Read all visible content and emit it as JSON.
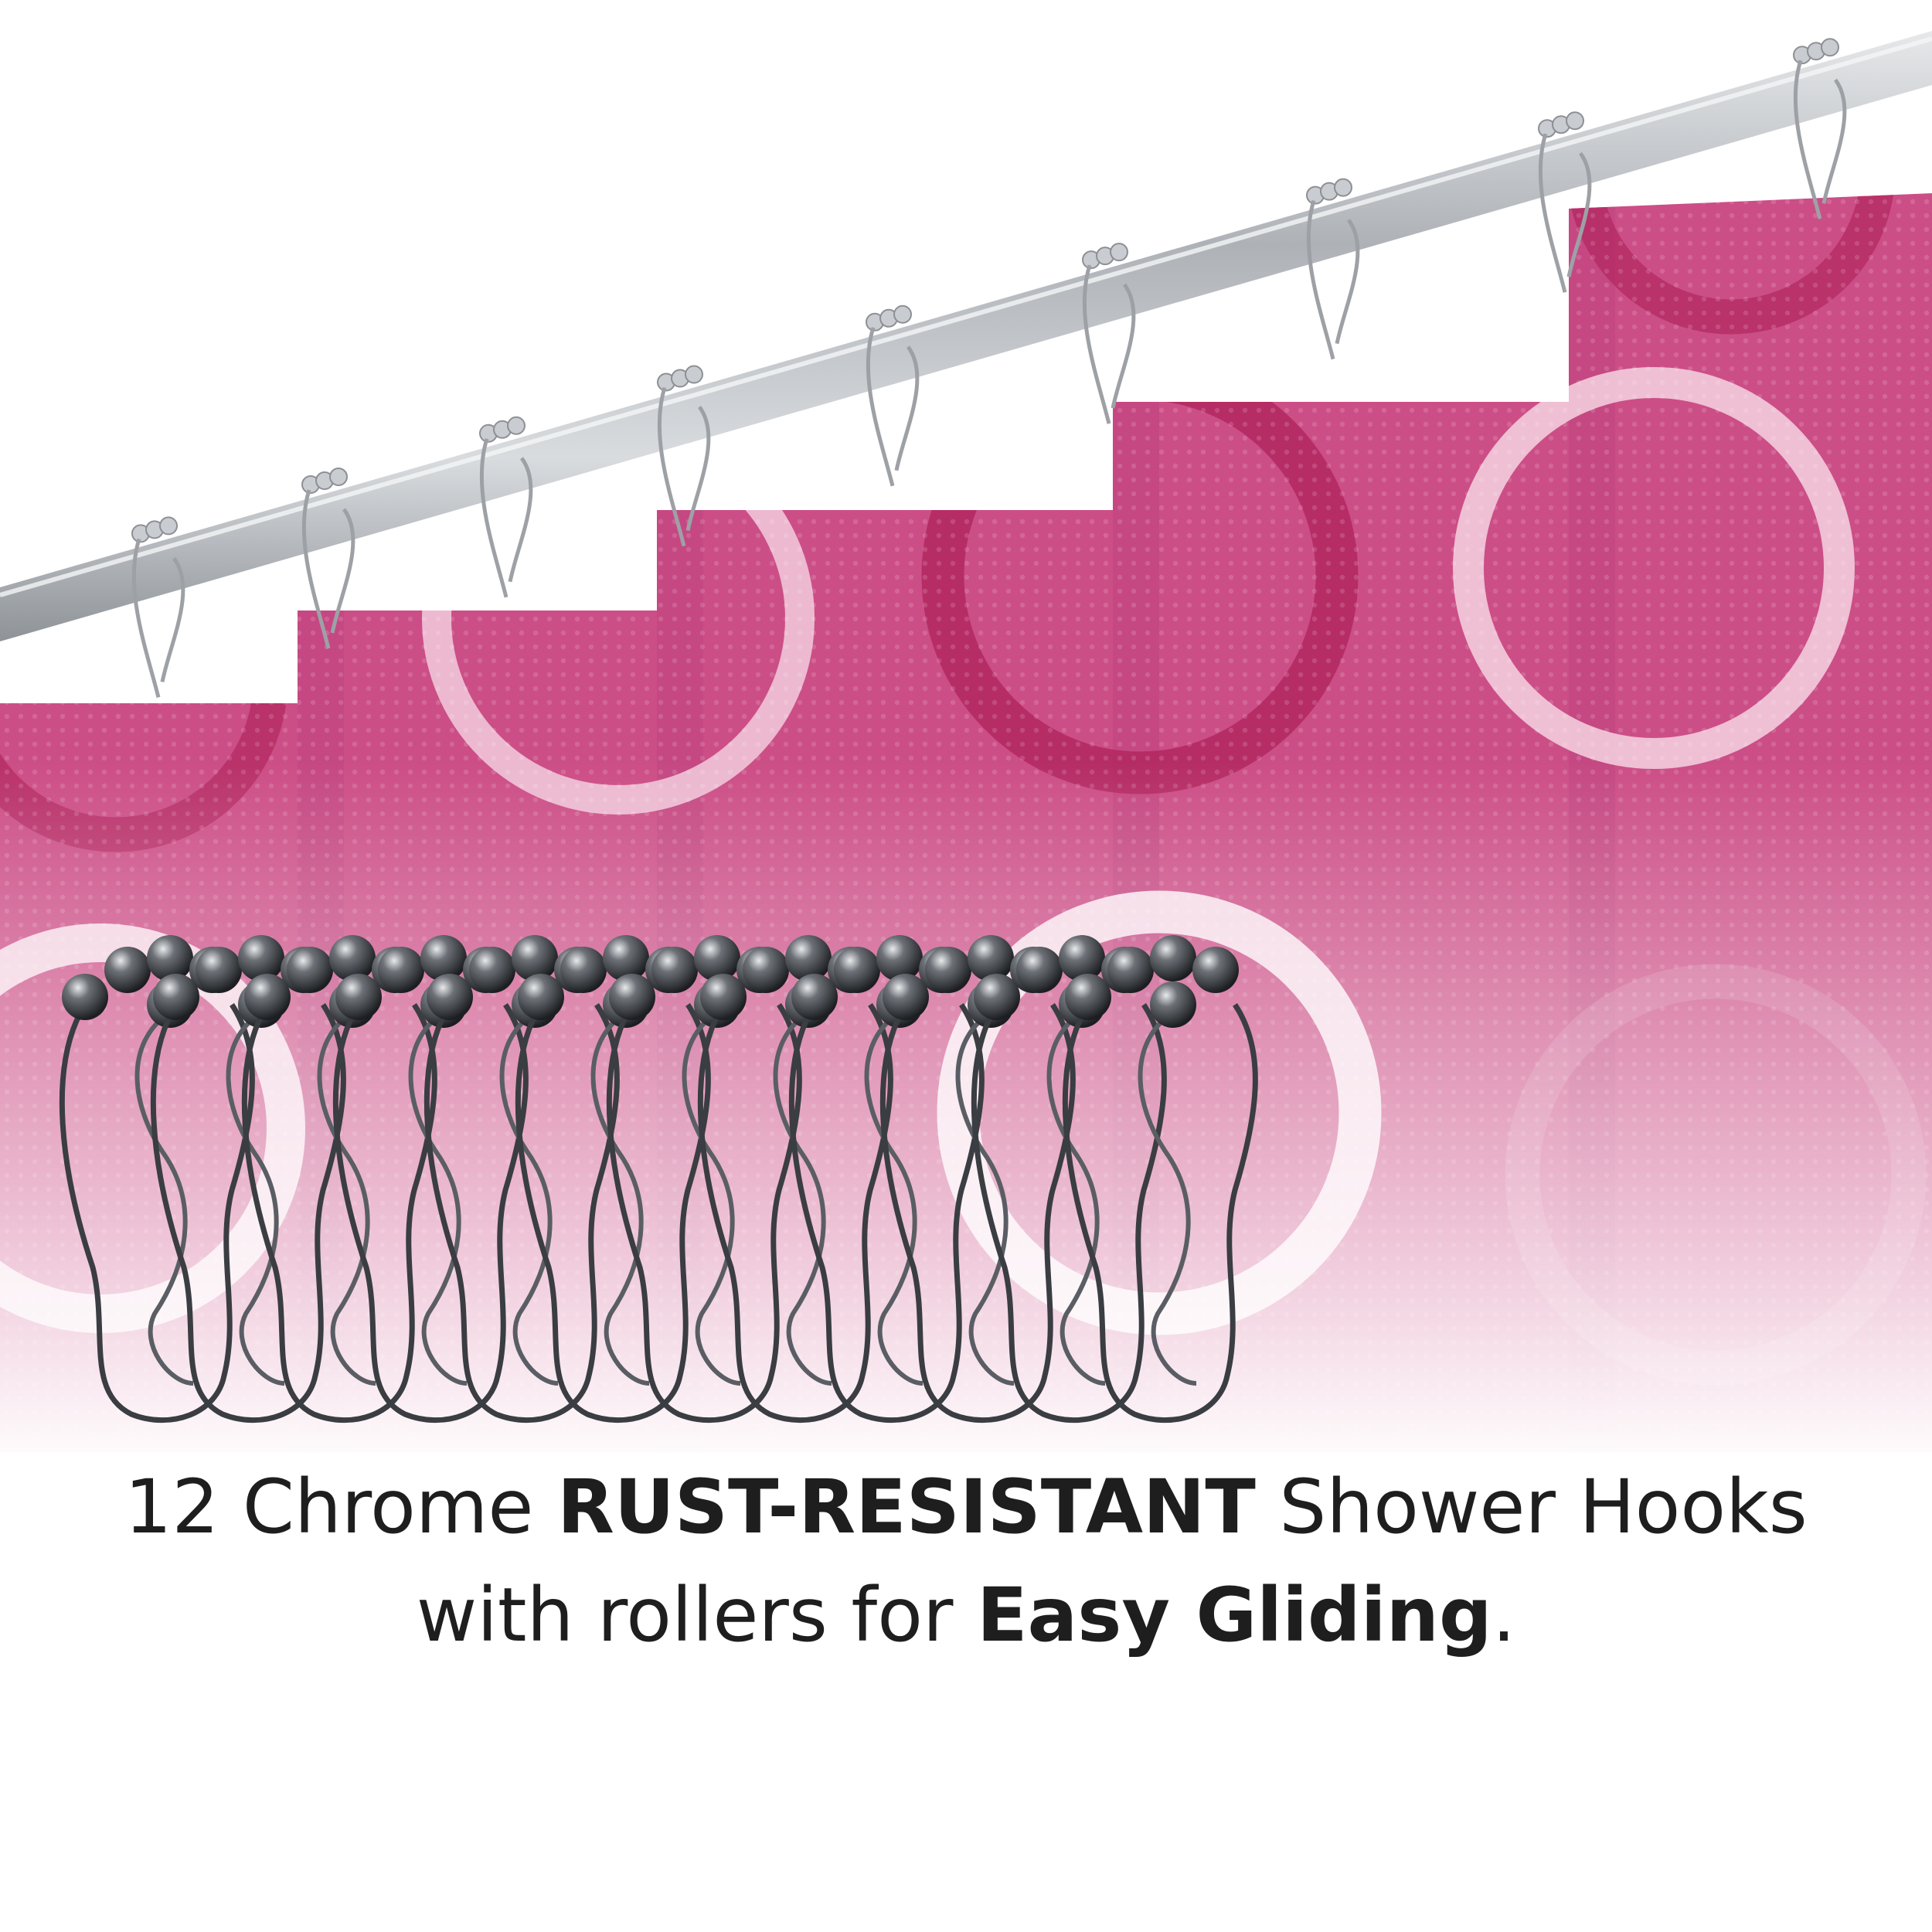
{
  "caption": {
    "line1": {
      "part1": "12 Chrome ",
      "bold1": "RUST-RESISTANT",
      "part2": " Shower Hooks"
    },
    "line2": {
      "part1": "with rollers for ",
      "bold1": "Easy Gliding",
      "part2": "."
    }
  },
  "hooks": {
    "count": 12
  },
  "colors": {
    "curtain_top": "#cc4e86",
    "curtain_dark_ring": "#b0265e",
    "curtain_light_ring": "#f4d4e2",
    "rod": "#b8bcc2",
    "hook_metal": "#3a3d42",
    "text": "#1e1e1e"
  }
}
